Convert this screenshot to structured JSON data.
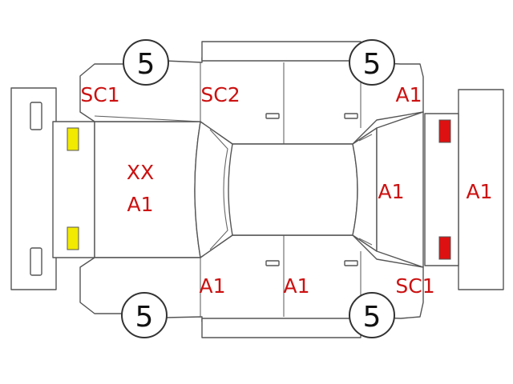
{
  "colors": {
    "damage_text": "#cc1111",
    "outline": "#555555",
    "headlight": "#f2ea00",
    "taillight": "#dd1111"
  },
  "tires": {
    "front_left": "5",
    "rear_left": "5",
    "front_right": "5",
    "rear_right": "5"
  },
  "damage_codes": {
    "front_left_fender": "SC1",
    "front_left_door": "SC2",
    "rear_left_fender": "A1",
    "hood_line1": "XX",
    "hood_line2": "A1",
    "trunk": "A1",
    "rear_bumper": "A1",
    "front_right_door": "A1",
    "rear_right_door": "A1",
    "rear_right_fender": "SC1"
  }
}
